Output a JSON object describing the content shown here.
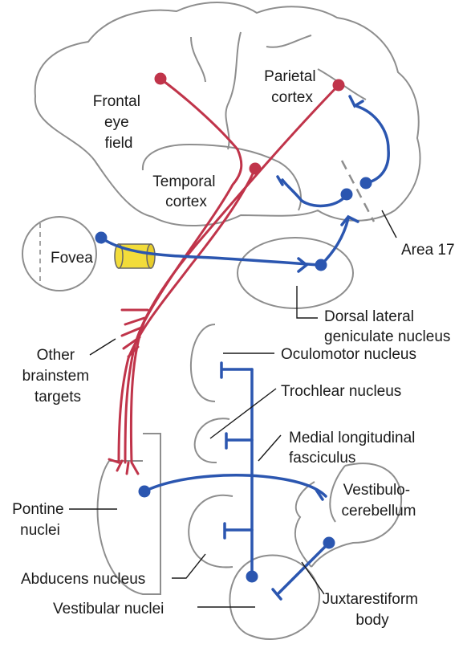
{
  "labels": {
    "frontal_eye_field": [
      "Frontal",
      "eye",
      "field"
    ],
    "parietal_cortex": [
      "Parietal",
      "cortex"
    ],
    "temporal_cortex": [
      "Temporal",
      "cortex"
    ],
    "fovea": "Fovea",
    "area_17": "Area 17",
    "dorsal_lateral_geniculate": [
      "Dorsal lateral",
      "geniculate nucleus"
    ],
    "oculomotor_nucleus": "Oculomotor nucleus",
    "other_brainstem_targets": [
      "Other",
      "brainstem",
      "targets"
    ],
    "trochlear_nucleus": "Trochlear nucleus",
    "medial_longitudinal_fasciculus": [
      "Medial longitudinal",
      "fasciculus"
    ],
    "pontine_nuclei": [
      "Pontine",
      "nuclei"
    ],
    "vestibulocerebellum": [
      "Vestibulo-",
      "cerebellum"
    ],
    "abducens_nucleus": "Abducens nucleus",
    "vestibular_nuclei": "Vestibular nuclei",
    "juxtarestiform_body": [
      "Juxtarestiform",
      "body"
    ]
  },
  "colors": {
    "cortical_pathway": "#c0344a",
    "visual_vestibular_pathway": "#2b56b0",
    "outline": "#8e8e8e",
    "lens": "#f2dc3a"
  }
}
